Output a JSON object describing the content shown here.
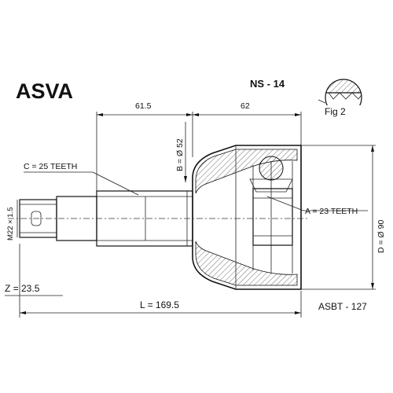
{
  "header": {
    "brand": "ASVA",
    "part_number": "NS - 14"
  },
  "figure_label": "Fig 2",
  "dimensions": {
    "shaft_length": "61.5",
    "housing_length": "62",
    "seal_diameter": "B = Ø 52",
    "outer_teeth": "C = 25 TEETH",
    "thread": "M22 × 1.5",
    "inner_teeth": "A = 23 TEETH",
    "outer_diameter": "D = Ø 90",
    "abs_teeth": "Z = 23.5",
    "total_length": "L = 169.5"
  },
  "footer": {
    "reference": "ASBT - 127"
  }
}
